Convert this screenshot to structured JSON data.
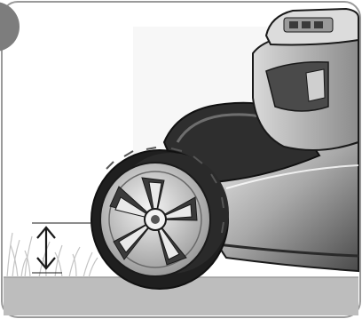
{
  "illustration": {
    "subject": "lawn-mower-cutting-height",
    "colors": {
      "background": "#ffffff",
      "ground": "#bdbdbd",
      "grass": "#cfcfcf",
      "outline": "#1a1a1a",
      "body_dark": "#3a3a3a",
      "body_mid": "#8a8a8a",
      "body_light": "#d8d8d8",
      "tire": "#222222"
    },
    "icons": [
      "step-badge",
      "height-arrow-icon",
      "wheel",
      "battery",
      "mower-deck"
    ]
  }
}
